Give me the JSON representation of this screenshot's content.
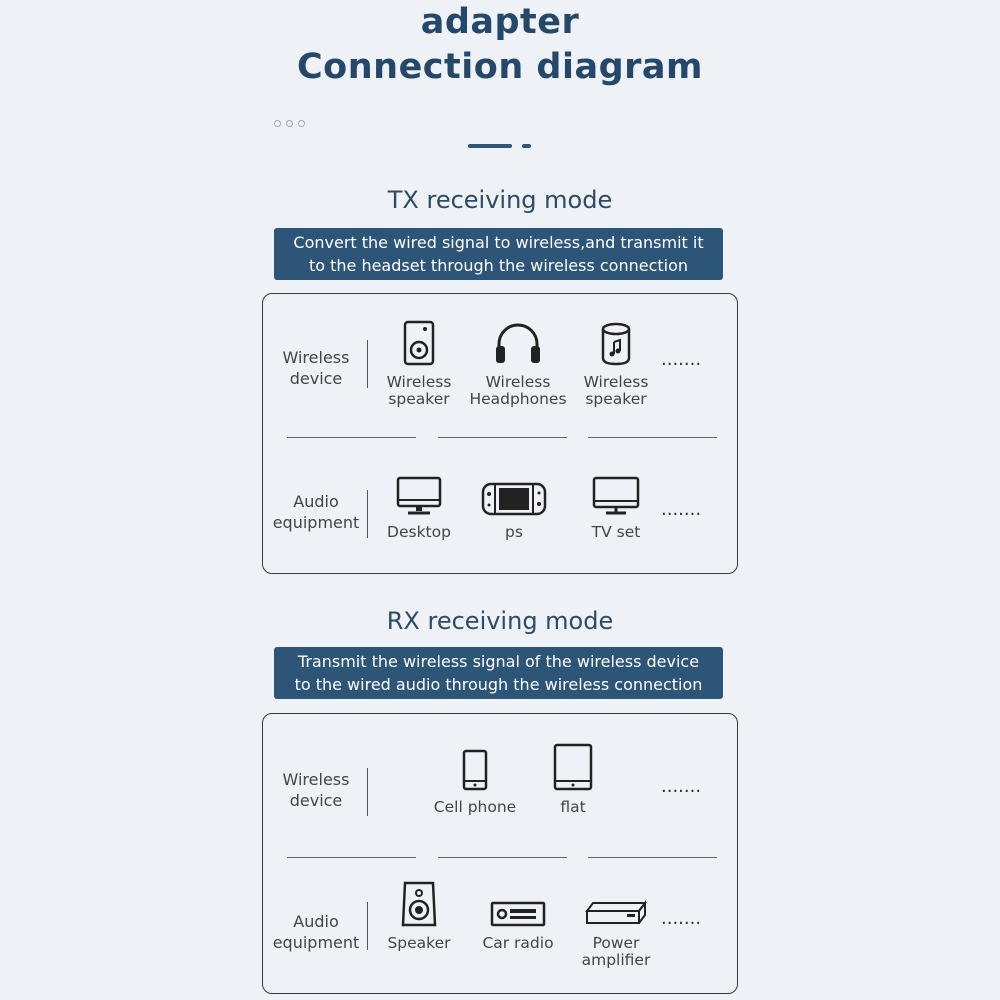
{
  "header": {
    "title_line1": "adapter",
    "title_line2": "Connection diagram"
  },
  "tx": {
    "title": "TX receiving mode",
    "banner_line1": "Convert the wired signal to wireless,and transmit it",
    "banner_line2": "to the headset through the wireless connection",
    "wireless_label_1": "Wireless",
    "wireless_label_2": "device",
    "wireless_items": [
      {
        "label1": "Wireless",
        "label2": "speaker",
        "icon": "bookshelf-speaker-icon"
      },
      {
        "label1": "Wireless",
        "label2": "Headphones",
        "icon": "headphones-icon"
      },
      {
        "label1": "Wireless",
        "label2": "speaker",
        "icon": "smart-speaker-icon"
      }
    ],
    "audio_label_1": "Audio",
    "audio_label_2": "equipment",
    "audio_items": [
      {
        "label": "Desktop",
        "icon": "monitor-icon"
      },
      {
        "label": "ps",
        "icon": "game-console-icon"
      },
      {
        "label": "TV set",
        "icon": "tv-icon"
      }
    ],
    "more": "......."
  },
  "rx": {
    "title": "RX receiving mode",
    "banner_line1": "Transmit the wireless signal of the wireless device",
    "banner_line2": "to the wired audio through the wireless connection",
    "wireless_label_1": "Wireless",
    "wireless_label_2": "device",
    "wireless_items": [
      {
        "label": "Cell phone",
        "icon": "phone-icon"
      },
      {
        "label": "flat",
        "icon": "tablet-icon"
      }
    ],
    "audio_label_1": "Audio",
    "audio_label_2": "equipment",
    "audio_items": [
      {
        "label": "Speaker",
        "icon": "speaker-box-icon"
      },
      {
        "label": "Car radio",
        "icon": "car-radio-icon"
      },
      {
        "label1": "Power",
        "label2": "amplifier",
        "icon": "amplifier-icon"
      }
    ],
    "more": "......."
  }
}
